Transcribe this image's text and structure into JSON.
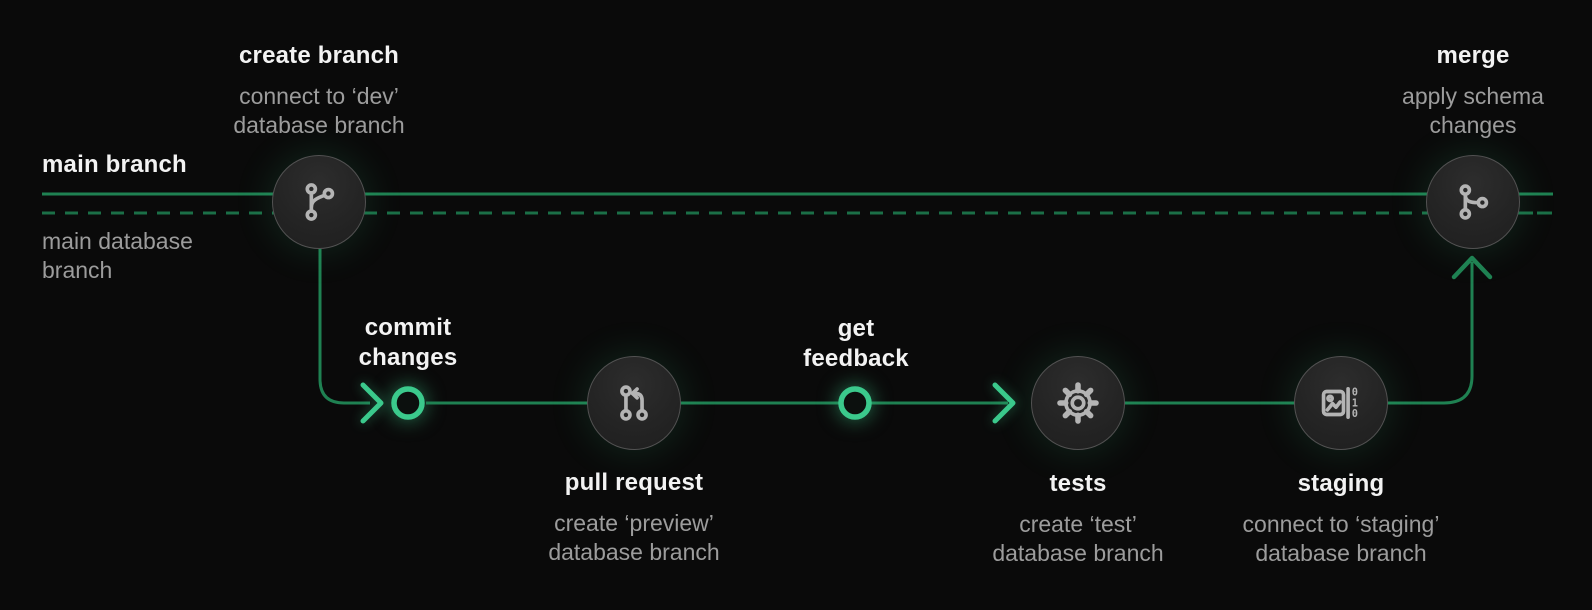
{
  "diagram": {
    "colors": {
      "background_color": "#0a0a0a",
      "branch_line": "#1f8152",
      "database_line": "#1b6f47",
      "accent": "#3bc98c",
      "node_fill": "#262626",
      "node_border": "#525252",
      "icon_stroke": "#b4b4b4",
      "title_text": "#f3f3f3",
      "subtitle_text": "#9c9c9c"
    },
    "lanes": {
      "main_branch_label": "main branch",
      "main_database_label_lines": [
        "main database",
        "branch"
      ]
    },
    "nodes": {
      "create_branch": {
        "title": "create branch",
        "subtitle_lines": [
          "connect to ‘dev’",
          "database branch"
        ],
        "icon": "git-branch-icon"
      },
      "commit_changes": {
        "title_lines": [
          "commit",
          "changes"
        ],
        "marker": "commit-point"
      },
      "pull_request": {
        "title": "pull request",
        "subtitle_lines": [
          "create ‘preview’",
          "database branch"
        ],
        "icon": "git-pull-request-icon"
      },
      "get_feedback": {
        "title_lines": [
          "get",
          "feedback"
        ],
        "marker": "feedback-point"
      },
      "tests": {
        "title": "tests",
        "subtitle_lines": [
          "create ‘test’",
          "database branch"
        ],
        "icon": "gear-icon"
      },
      "staging": {
        "title": "staging",
        "subtitle_lines": [
          "connect to ‘staging’",
          "database branch"
        ],
        "icon": "image-binary-icon",
        "binary_digits": [
          "0",
          "1",
          "0"
        ]
      },
      "merge": {
        "title": "merge",
        "subtitle_lines": [
          "apply schema",
          "changes"
        ],
        "icon": "git-merge-icon"
      }
    }
  }
}
